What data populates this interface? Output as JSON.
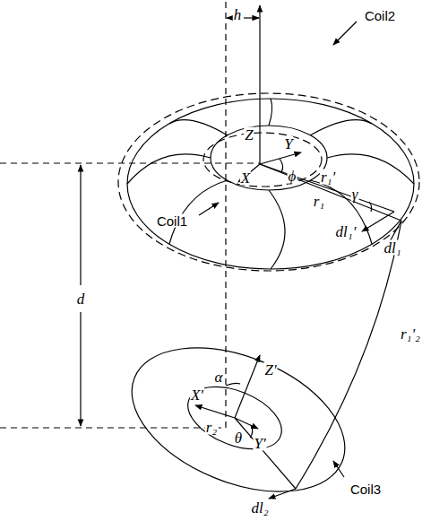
{
  "diagram": {
    "labels": [
      "h",
      "Coil2",
      "Z",
      "Y",
      "X",
      "ϕ",
      "r₁'",
      "r₁",
      "γ",
      "dl₁'",
      "dl₁",
      "d",
      "Coil1",
      "α",
      "Z'",
      "X'",
      "Y'",
      "r₂",
      "θ",
      "r₁'₂",
      "dl₂",
      "Coil3"
    ]
  }
}
